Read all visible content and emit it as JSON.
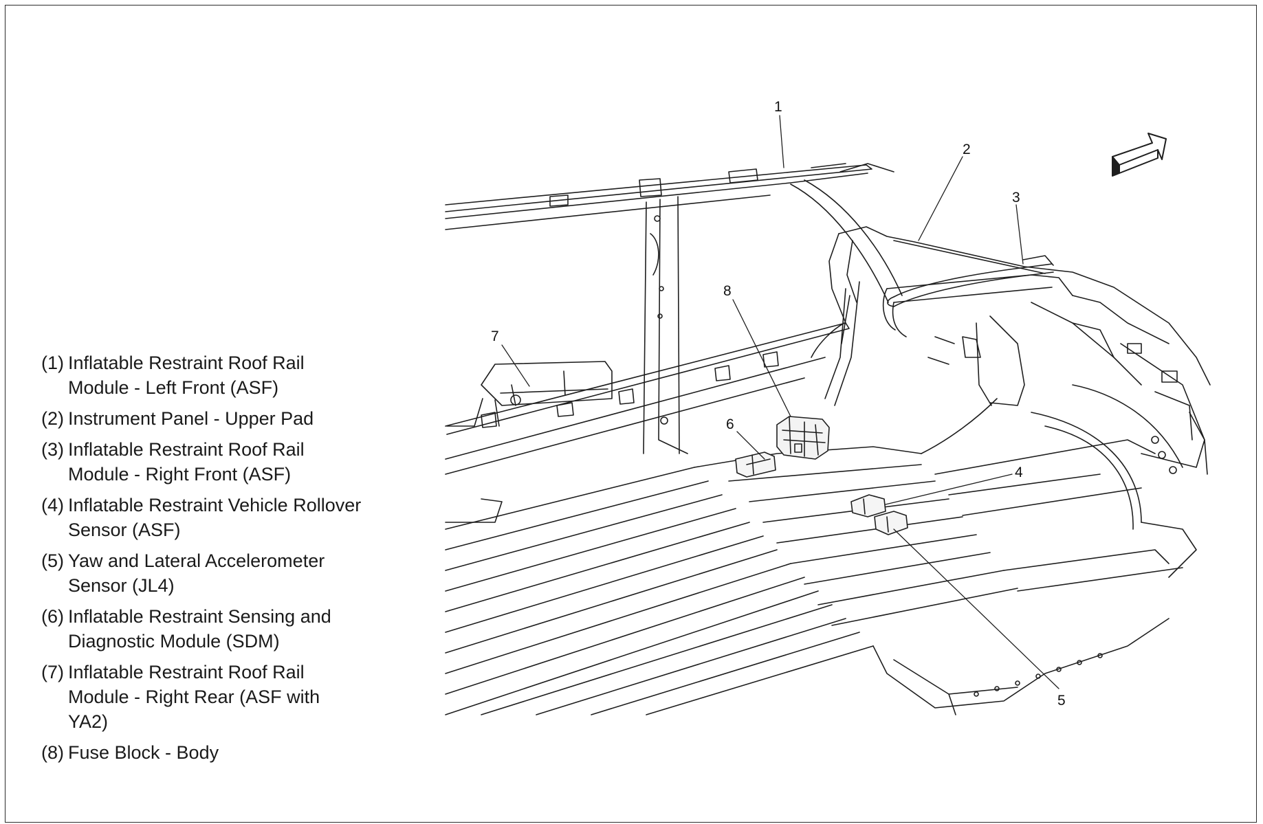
{
  "callouts": [
    "1",
    "2",
    "3",
    "4",
    "5",
    "6",
    "7",
    "8"
  ],
  "legend": [
    {
      "num": "(1)",
      "text": "Inflatable Restraint Roof Rail Module - Left Front (ASF)"
    },
    {
      "num": "(2)",
      "text": "Instrument Panel - Upper Pad"
    },
    {
      "num": "(3)",
      "text": "Inflatable Restraint Roof Rail Module - Right Front (ASF)"
    },
    {
      "num": "(4)",
      "text": "Inflatable Restraint Vehicle Rollover Sensor (ASF)"
    },
    {
      "num": "(5)",
      "text": "Yaw and Lateral Accelerometer Sensor (JL4)"
    },
    {
      "num": "(6)",
      "text": "Inflatable Restraint Sensing and Diagnostic Module (SDM)"
    },
    {
      "num": "(7)",
      "text": "Inflatable Restraint Roof Rail Module - Right Rear (ASF with YA2)"
    },
    {
      "num": "(8)",
      "text": "Fuse Block - Body"
    }
  ],
  "icons": {
    "direction": "forward-arrow-icon"
  }
}
